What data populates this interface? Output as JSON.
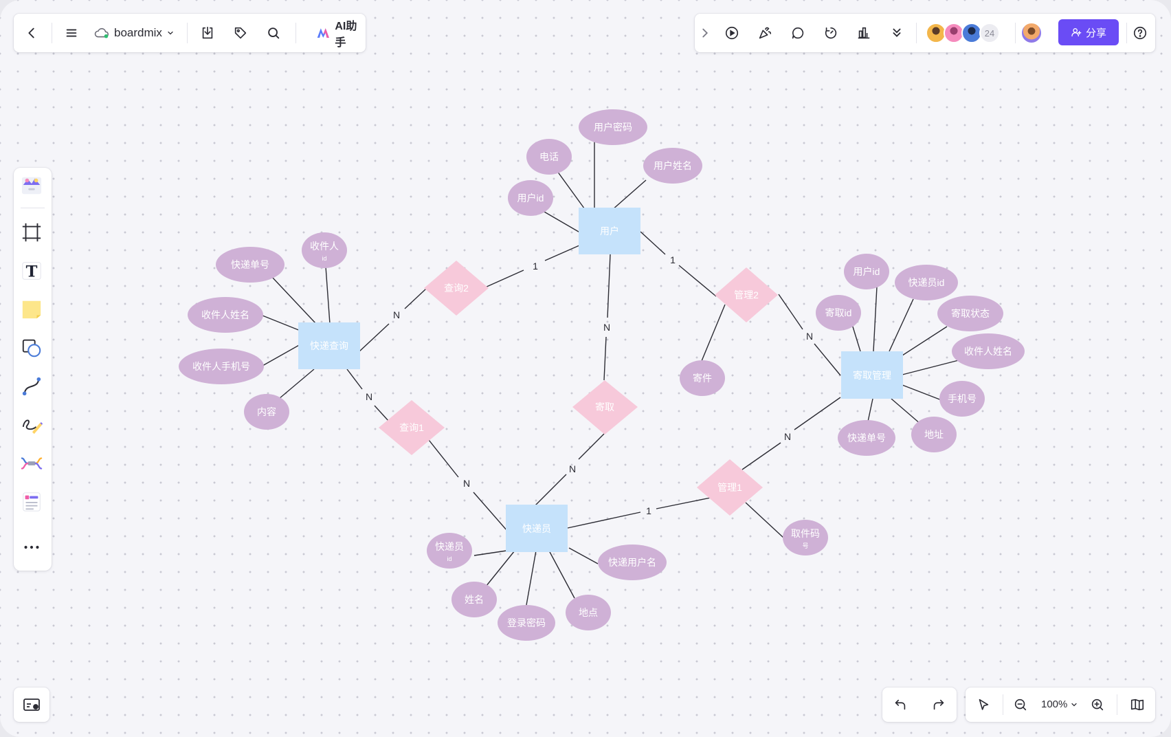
{
  "toolbar": {
    "doc_name": "boardmix",
    "ai_label": "AI助手",
    "collaborator_count": "24",
    "share_label": "分享"
  },
  "zoom": {
    "level": "100%"
  },
  "diagram": {
    "entities": {
      "user": "用户",
      "express_query": "快递查询",
      "courier": "快递员",
      "pickup_mgmt": "寄取管理"
    },
    "relations": {
      "query2": "查询2",
      "query1": "查询1",
      "pickup": "寄取",
      "manage2": "管理2",
      "manage1": "管理1"
    },
    "attributes": {
      "user_password": "用户密码",
      "phone": "电话",
      "user_name": "用户姓名",
      "user_id": "用户id",
      "tracking_no": "快递单号",
      "recipient_id_line1": "收件人",
      "recipient_id_line2": "id",
      "recipient_name": "收件人姓名",
      "recipient_phone": "收件人手机号",
      "content": "内容",
      "send": "寄件",
      "mgmt_user_id": "用户id",
      "courier_id": "快递员id",
      "pickup_id": "寄取id",
      "pickup_status": "寄取状态",
      "mgmt_recipient_name": "收件人姓名",
      "mobile": "手机号",
      "address": "地址",
      "mgmt_tracking_no": "快递单号",
      "pickup_code_line1": "取件码",
      "pickup_code_line2": "号",
      "courier_id2_line1": "快递员",
      "courier_id2_line2": "id",
      "courier_username": "快递用户名",
      "name": "姓名",
      "login_password": "登录密码",
      "location": "地点"
    },
    "cardinality": {
      "user_query2": "1",
      "query2_query": "N",
      "user_pickup": "N",
      "user_manage2": "1",
      "manage2_mgmt": "N",
      "query_query1": "N",
      "query1_courier": "N",
      "pickup_courier": "N",
      "courier_manage1": "1",
      "manage1_mgmt": "N"
    },
    "colors": {
      "entity": "#c5e2fb",
      "relation": "#f7c9da",
      "attribute": "#cfb1d6",
      "line": "#2b2b33"
    }
  }
}
